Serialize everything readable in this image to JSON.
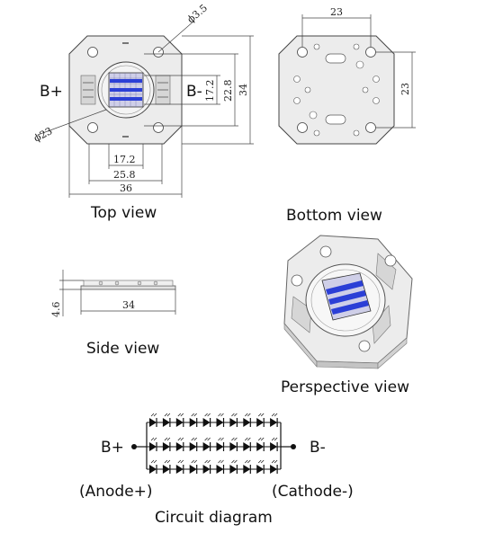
{
  "top_view": {
    "title": "Top view",
    "dim_hole": "ϕ3.5",
    "dim_circle": "ϕ23",
    "dim_17_2_h": "17.2",
    "dim_25_8": "25.8",
    "dim_36": "36",
    "dim_17_2_v": "17.2",
    "dim_22_8": "22.8",
    "dim_34": "34",
    "label_b_plus": "B+",
    "label_b_minus": "B-"
  },
  "bottom_view": {
    "title": "Bottom view",
    "dim_23_h": "23",
    "dim_23_v": "23"
  },
  "side_view": {
    "title": "Side view",
    "dim_height": "4.6",
    "dim_width": "34"
  },
  "perspective_view": {
    "title": "Perspective view"
  },
  "circuit": {
    "title": "Circuit diagram",
    "b_plus": "B+",
    "b_minus": "B-",
    "anode": "(Anode+)",
    "cathode": "(Cathode-)",
    "rows": 3,
    "diodes_per_row": 10
  },
  "colors": {
    "led_blue": "#2b3fd6",
    "board": "#e6e6e6",
    "line": "#444444"
  }
}
